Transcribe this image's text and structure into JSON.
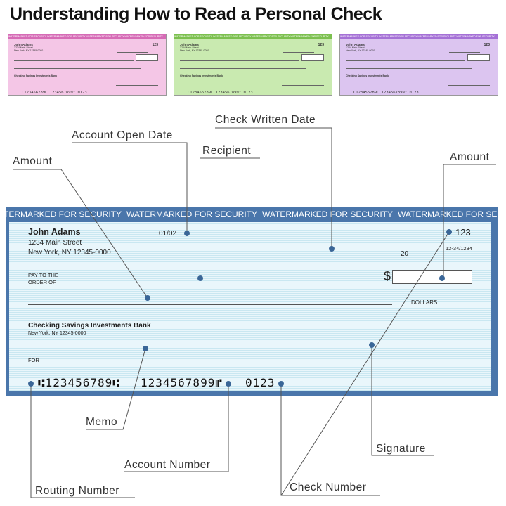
{
  "title": "Understanding How to Read a Personal Check",
  "band_text": "WATERMARKED FOR SECURITY",
  "check": {
    "name": "John Adams",
    "address1": "1234 Main Street",
    "address2": "New York, NY 12345-0000",
    "open_date": "01/02",
    "check_no": "123",
    "fraction": "12-34/1234",
    "date_suffix": "20",
    "pay_to_1": "PAY TO THE",
    "pay_to_2": "ORDER OF",
    "dollar_sign": "$",
    "dollars": "DOLLARS",
    "bank_name": "Checking Savings Investments Bank",
    "bank_address": "New York, NY 12345-0000",
    "for_label": "FOR",
    "routing": "⑆123456789⑆",
    "account": "1234567899⑈",
    "check_micr": "0123"
  },
  "mini_checks": [
    {
      "color": "#f4c6e6",
      "band": "#d66bb6",
      "name": "John Adams",
      "address1": "1234 Main Street",
      "address2": "New York, NY 12345-0000",
      "no": "123",
      "bank": "Checking Savings Investments Bank",
      "micr": "C123456789C   1234567899\"   0123"
    },
    {
      "color": "#c9eab0",
      "band": "#7cc04f",
      "name": "John Adams",
      "address1": "1234 Main Street",
      "address2": "New York, NY 12345-0000",
      "no": "123",
      "bank": "Checking Savings Investments Bank",
      "micr": "C123456789C   1234567899\"   0123"
    },
    {
      "color": "#dcc5f0",
      "band": "#a571d6",
      "name": "John Adams",
      "address1": "1234 Main Street",
      "address2": "New York, NY 12345-0000",
      "no": "123",
      "bank": "Checking Savings Investments Bank",
      "micr": "C123456789C   1234567899\"   0123"
    }
  ],
  "labels": {
    "check_written_date": "Check Written Date",
    "account_open_date": "Account Open Date",
    "recipient": "Recipient",
    "amount_left": "Amount",
    "amount_right": "Amount",
    "memo": "Memo",
    "account_number": "Account Number",
    "routing_number": "Routing Number",
    "signature": "Signature",
    "check_number": "Check Number"
  },
  "colors": {
    "check_frame": "#4a76ab",
    "check_face": "#e8f6fb",
    "leader": "#555555",
    "dot": "#3a6697"
  }
}
